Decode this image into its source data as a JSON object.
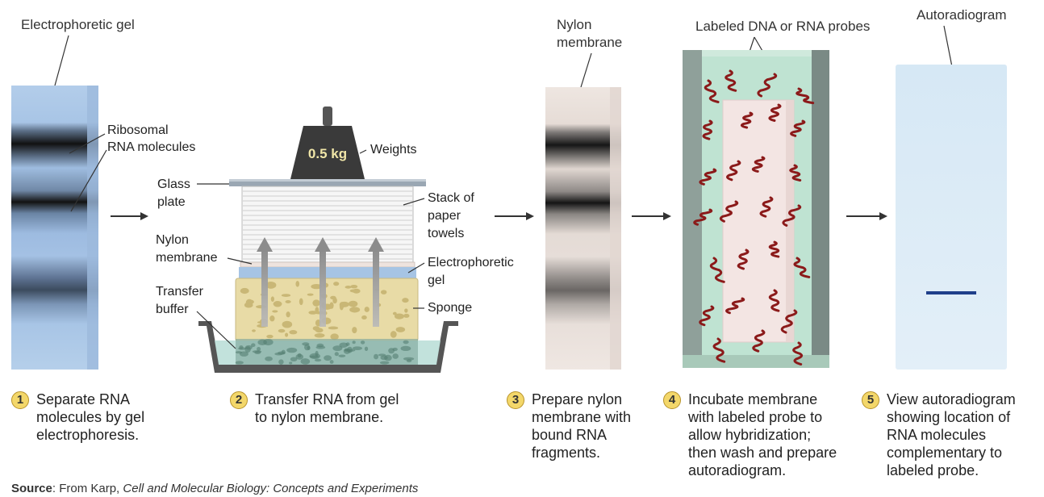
{
  "labels": {
    "electrophoretic_gel_title": "Electrophoretic gel",
    "ribosomal_line1": "Ribosomal",
    "ribosomal_line2": "RNA molecules",
    "weight_value": "0.5 kg",
    "weights": "Weights",
    "glass_line1": "Glass",
    "glass_line2": "plate",
    "stack_line1": "Stack of",
    "stack_line2": "paper",
    "stack_line3": "towels",
    "nylon_side_line1": "Nylon",
    "nylon_side_line2": "membrane",
    "gel_side_line1": "Electrophoretic",
    "gel_side_line2": "gel",
    "transfer_line1": "Transfer",
    "transfer_line2": "buffer",
    "sponge": "Sponge",
    "nylon_title_line1": "Nylon",
    "nylon_title_line2": "membrane",
    "probes_title": "Labeled DNA or RNA probes",
    "autoradiogram_title": "Autoradiogram"
  },
  "steps": [
    {
      "num": "1",
      "text": "Separate RNA\nmolecules by gel\nelectrophoresis."
    },
    {
      "num": "2",
      "text": "Transfer RNA from gel\nto nylon membrane."
    },
    {
      "num": "3",
      "text": "Prepare nylon\nmembrane with\nbound RNA\nfragments."
    },
    {
      "num": "4",
      "text": "Incubate membrane\nwith labeled probe to\nallow hybridization;\nthen wash and prepare\nautoradiogram."
    },
    {
      "num": "5",
      "text": "View autoradiogram\nshowing location of\nRNA molecules\ncomplementary to\nlabeled probe."
    }
  ],
  "source": {
    "label": "Source",
    "prefix": ": From Karp, ",
    "book": "Cell and Molecular Biology: Concepts and Experiments"
  },
  "colors": {
    "gel": "#a9c6e6",
    "band": "#1a1a1a",
    "nylon": "#ece4df",
    "probe": "#8b1a1a",
    "sponge": "#e9dca8",
    "buffer": "#bfe0da",
    "auto_band": "#1f3f8a",
    "step_circle": "#f3d76a"
  }
}
